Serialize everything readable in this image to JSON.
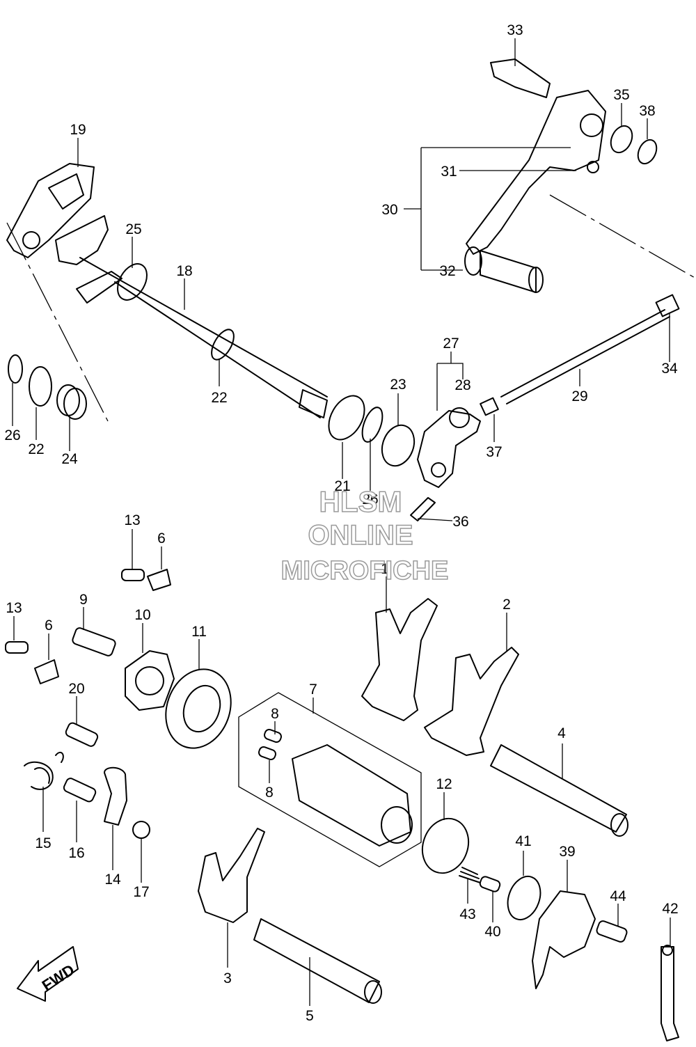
{
  "watermark": {
    "line1": "HLSM",
    "line2": "ONLINE",
    "line3": "MICROFICHE"
  },
  "fwd_label": "FWD",
  "labels": [
    "1",
    "2",
    "3",
    "4",
    "5",
    "6",
    "6",
    "7",
    "8",
    "8",
    "9",
    "10",
    "11",
    "12",
    "13",
    "13",
    "14",
    "15",
    "16",
    "17",
    "18",
    "19",
    "20",
    "21",
    "22",
    "22",
    "23",
    "24",
    "25",
    "26",
    "26",
    "27",
    "28",
    "29",
    "30",
    "31",
    "32",
    "33",
    "34",
    "35",
    "36",
    "37",
    "38",
    "39",
    "40",
    "41",
    "42",
    "43",
    "44"
  ]
}
